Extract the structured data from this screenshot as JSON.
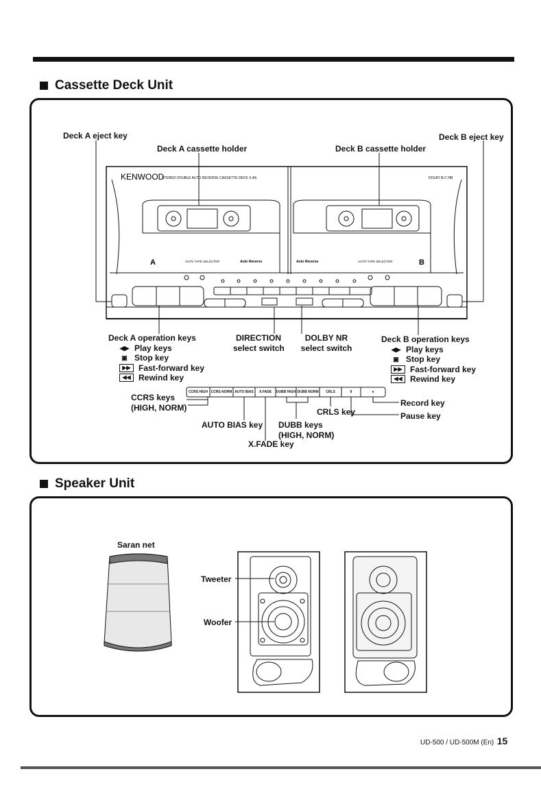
{
  "cassette_section": {
    "title": "Cassette Deck Unit",
    "labels": {
      "deck_a_eject": "Deck A eject key",
      "deck_b_eject": "Deck B eject key",
      "deck_a_holder": "Deck A cassette holder",
      "deck_b_holder": "Deck B cassette holder",
      "deck_a_operation": "Deck A operation keys",
      "deck_b_operation": "Deck B operation keys",
      "direction_1": "DIRECTION",
      "direction_2": "select switch",
      "dolby_1": "DOLBY NR",
      "dolby_2": "select switch",
      "ccrs_1": "CCRS keys",
      "ccrs_2": "(HIGH, NORM)",
      "auto_bias": "AUTO BIAS key",
      "xfade": "X.FADE key",
      "dubb_1": "DUBB keys",
      "dubb_2": "(HIGH, NORM)",
      "crls": "CRLS key",
      "record": "Record key",
      "pause": "Pause key"
    },
    "op_keys": {
      "play": "Play keys",
      "stop": "Stop key",
      "ff": "Fast-forward key",
      "rew": "Rewind key"
    },
    "device": {
      "brand": "KENWOOD",
      "model_text": "STEREO DOUBLE AUTO REVERSE CASSETTE DECK X-A5",
      "dolby_badge": "DOLBY B-C NR",
      "deck_a": "A",
      "deck_b": "B",
      "tape_selector": "AUTO TAPE SELECTOR",
      "auto_reverse": "Auto Reverse"
    },
    "button_strip": [
      "CCRS HIGH",
      "CCRS NORM",
      "AUTO BIAS",
      "X.FADE",
      "DUBB HIGH",
      "DUBB NORM",
      "CRLS",
      "II",
      "●"
    ]
  },
  "speaker_section": {
    "title": "Speaker Unit",
    "saran_net": "Saran net",
    "tweeter": "Tweeter",
    "woofer": "Woofer"
  },
  "footer": {
    "model": "UD-500 / UD-500M (En)",
    "page": "15"
  }
}
